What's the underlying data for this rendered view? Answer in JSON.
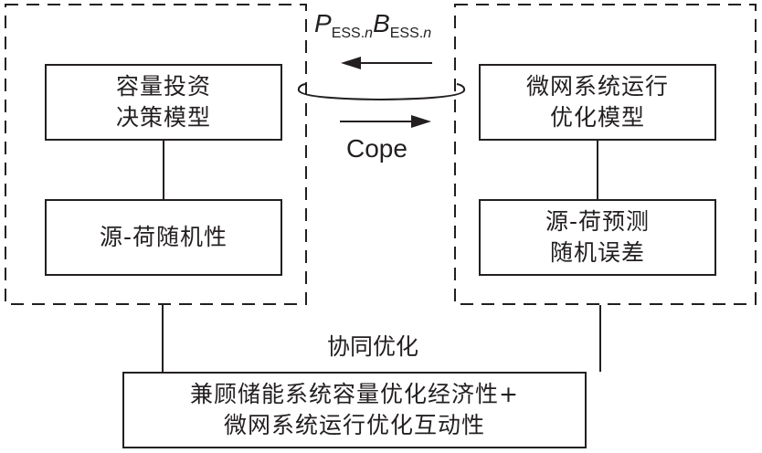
{
  "left_group": {
    "top_box": {
      "line1": "容量投资",
      "line2": "决策模型"
    },
    "bottom_box": {
      "line1": "源-荷随机性"
    }
  },
  "right_group": {
    "top_box": {
      "line1": "微网系统运行",
      "line2": "优化模型"
    },
    "bottom_box": {
      "line1": "源-荷预测",
      "line2": "随机误差"
    }
  },
  "exchange": {
    "top_label_P": "P",
    "top_label_P_sub": "ESS.",
    "top_label_P_sub_n": "n",
    "top_label_B": "B",
    "top_label_B_sub": "ESS.",
    "top_label_B_sub_n": "n",
    "bottom_label": "Cope"
  },
  "coordination_label": "协同优化",
  "result_box": {
    "line1": "兼顾储能系统容量优化经济性+",
    "line2": "微网系统运行优化互动性"
  }
}
